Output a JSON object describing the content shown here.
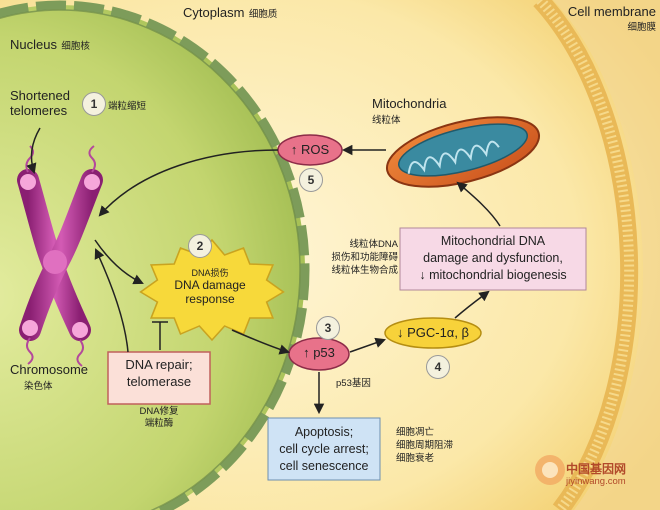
{
  "labels": {
    "cytoplasm_en": "Cytoplasm",
    "cytoplasm_zh": "细胞质",
    "cell_membrane_en": "Cell membrane",
    "cell_membrane_zh": "细胞膜",
    "nucleus_en": "Nucleus",
    "nucleus_zh": "细胞核",
    "shortened_telomeres_en": "Shortened\ntelomeres",
    "shortened_telomeres_zh": "端粒缩短",
    "mitochondria_en": "Mitochondria",
    "mitochondria_zh": "线粒体",
    "chromosome_en": "Chromosome",
    "chromosome_zh": "染色体",
    "dna_damage_zh": "DNA损伤",
    "dna_damage_en": "DNA damage\nresponse",
    "dna_repair_en": "DNA repair;\ntelomerase",
    "dna_repair_zh": "DNA修复\n端粒酶",
    "ros": "↑ ROS",
    "p53": "↑ p53",
    "p53_zh": "p53基因",
    "pgc": "↓ PGC-1α, β",
    "mito_damage_zh": "线粒体DNA\n损伤和功能障碍\n线粒体生物合成",
    "mito_damage_en": "Mitochondrial DNA\ndamage and dysfunction,\n↓ mitochondrial biogenesis",
    "apoptosis_en": "Apoptosis;\ncell cycle arrest;\ncell senescence",
    "apoptosis_zh": "细胞凋亡\n细胞周期阻滞\n细胞衰老",
    "watermark_zh": "中国基因网",
    "watermark_url": "jiyinwang.com"
  },
  "steps": {
    "s1": "1",
    "s2": "2",
    "s3": "3",
    "s4": "4",
    "s5": "5"
  },
  "colors": {
    "cytoplasm": "#fbe7a6",
    "nucleus": "#c9d97a",
    "membrane": "#e8b85a",
    "ros_fill": "#e8728a",
    "p53_fill": "#e8728a",
    "pgc_fill": "#f7d23a",
    "mito_box": "#f7d9e6",
    "apoptosis_box": "#cfe3f5",
    "dna_repair_box": "#fbe0d8",
    "chromosome": "#c0379a"
  }
}
